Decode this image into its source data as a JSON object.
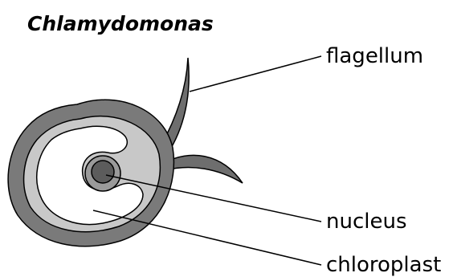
{
  "title": "Chlamydomonas",
  "labels": {
    "flagellum": "flagellum",
    "nucleus": "nucleus",
    "chloroplast": "chloroplast"
  },
  "colors": {
    "cell_wall": "#7a7a7a",
    "cytoplasm": "#c8c8c8",
    "chloroplast": "#ffffff",
    "nucleus": "#5c5c5c",
    "nucleolus_ring": "#9a9a9a",
    "flagellum": "#6e6e6e",
    "outline": "#000000",
    "text": "#000000"
  }
}
